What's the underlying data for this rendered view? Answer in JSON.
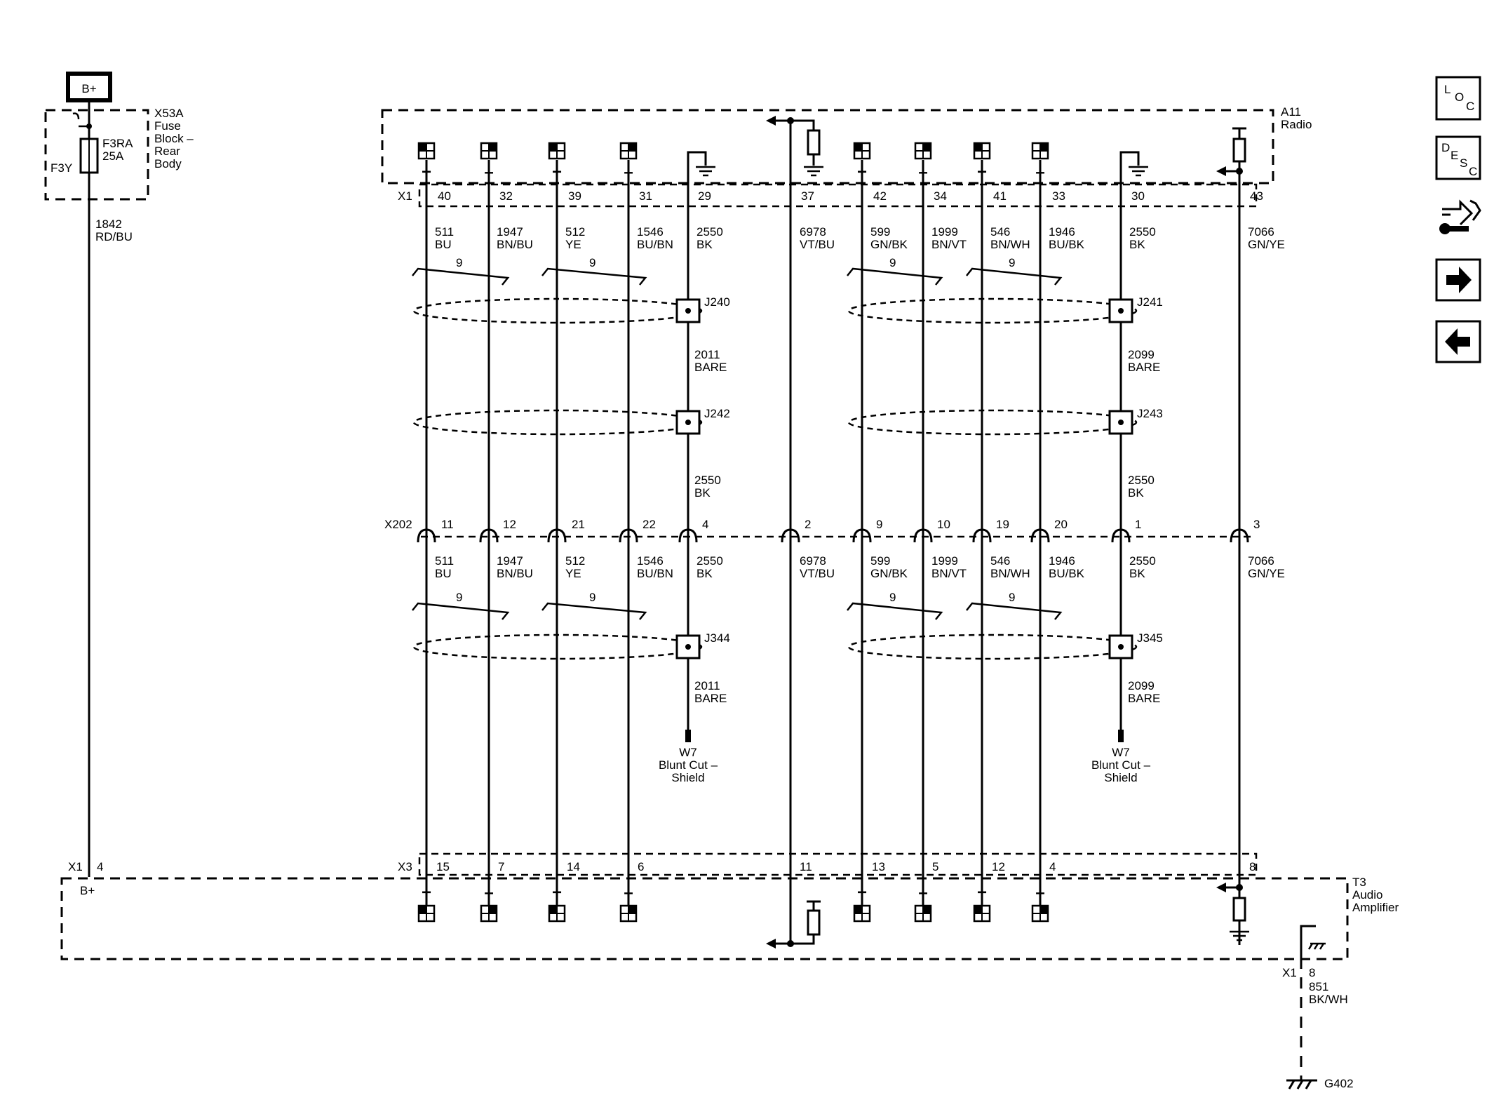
{
  "power": {
    "battery": "B+"
  },
  "fuse_block": {
    "title_lines": [
      "X53A",
      "Fuse",
      "Block –",
      "Rear",
      "Body"
    ],
    "fuse_lines": [
      "F3RA",
      "25A"
    ],
    "fuse_id": "F3Y"
  },
  "b_plus_wire": {
    "circuit": "1842",
    "color": "RD/BU"
  },
  "radio": {
    "title_lines": [
      "A11",
      "Radio"
    ],
    "connector": "X1",
    "pins": [
      "40",
      "32",
      "39",
      "31",
      "29",
      "37",
      "42",
      "34",
      "41",
      "33",
      "30",
      "43"
    ]
  },
  "upper_wires": [
    {
      "circuit": "511",
      "color": "BU"
    },
    {
      "circuit": "1947",
      "color": "BN/BU"
    },
    {
      "circuit": "512",
      "color": "YE"
    },
    {
      "circuit": "1546",
      "color": "BU/BN"
    },
    {
      "circuit": "2550",
      "color": "BK"
    },
    {
      "circuit": "6978",
      "color": "VT/BU"
    },
    {
      "circuit": "599",
      "color": "GN/BK"
    },
    {
      "circuit": "1999",
      "color": "BN/VT"
    },
    {
      "circuit": "546",
      "color": "BN/WH"
    },
    {
      "circuit": "1946",
      "color": "BU/BK"
    },
    {
      "circuit": "2550",
      "color": "BK"
    },
    {
      "circuit": "7066",
      "color": "GN/YE"
    }
  ],
  "twist_counts": [
    "9",
    "9",
    "9",
    "9",
    "9",
    "9",
    "9",
    "9"
  ],
  "splices": {
    "j240": "J240",
    "j241": "J241",
    "j242": "J242",
    "j243": "J243",
    "j344": "J344",
    "j345": "J345"
  },
  "drain_mid_left": {
    "circuit": "2011",
    "color": "BARE"
  },
  "drain_mid_right": {
    "circuit": "2099",
    "color": "BARE"
  },
  "drain_lower_left": {
    "circuit": "2550",
    "color": "BK"
  },
  "drain_lower_right": {
    "circuit": "2550",
    "color": "BK"
  },
  "inline_connector": {
    "name": "X202",
    "pins": [
      "11",
      "12",
      "21",
      "22",
      "4",
      "2",
      "9",
      "10",
      "19",
      "20",
      "1",
      "3"
    ]
  },
  "lower_wires": [
    {
      "circuit": "511",
      "color": "BU"
    },
    {
      "circuit": "1947",
      "color": "BN/BU"
    },
    {
      "circuit": "512",
      "color": "YE"
    },
    {
      "circuit": "1546",
      "color": "BU/BN"
    },
    {
      "circuit": "2550",
      "color": "BK"
    },
    {
      "circuit": "6978",
      "color": "VT/BU"
    },
    {
      "circuit": "599",
      "color": "GN/BK"
    },
    {
      "circuit": "1999",
      "color": "BN/VT"
    },
    {
      "circuit": "546",
      "color": "BN/WH"
    },
    {
      "circuit": "1946",
      "color": "BU/BK"
    },
    {
      "circuit": "2550",
      "color": "BK"
    },
    {
      "circuit": "7066",
      "color": "GN/YE"
    }
  ],
  "shield_bottom_left": {
    "circuit": "2011",
    "color": "BARE"
  },
  "shield_bottom_right": {
    "circuit": "2099",
    "color": "BARE"
  },
  "blunt_cut_left": [
    "W7",
    "Blunt Cut –",
    "Shield"
  ],
  "blunt_cut_right": [
    "W7",
    "Blunt Cut –",
    "Shield"
  ],
  "amplifier": {
    "title_lines": [
      "T3",
      "Audio",
      "Amplifier"
    ],
    "power_connector": "X1",
    "power_pin": "4",
    "power_label": "B+",
    "connector": "X3",
    "pins": [
      "15",
      "7",
      "14",
      "6",
      "11",
      "13",
      "5",
      "12",
      "4",
      "8"
    ],
    "ground_connector": "X1",
    "ground_pin": "8"
  },
  "ground_wire": {
    "circuit": "851",
    "color": "BK/WH"
  },
  "ground": {
    "name": "G402"
  },
  "polarity": [
    "+",
    "–",
    "+",
    "–",
    "+",
    "–",
    "+",
    "–"
  ],
  "nav": {
    "loc": [
      "L",
      "O",
      "C"
    ],
    "desc": [
      "D",
      "E",
      "S",
      "C"
    ]
  }
}
